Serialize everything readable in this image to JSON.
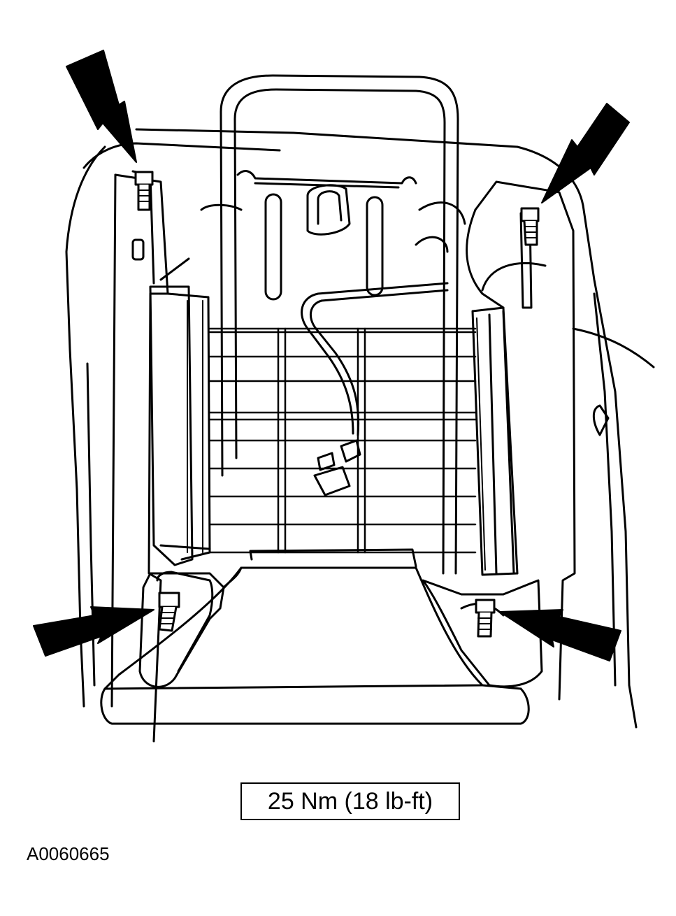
{
  "torque_spec": "25 Nm (18 lb-ft)",
  "figure_id": "A0060665",
  "callouts": [
    {
      "name": "arrow-front-left-bolt",
      "icon": "arrow-icon"
    },
    {
      "name": "arrow-front-right-bolt",
      "icon": "arrow-icon"
    },
    {
      "name": "arrow-rear-left-bolt",
      "icon": "arrow-icon"
    },
    {
      "name": "arrow-rear-right-bolt",
      "icon": "arrow-icon"
    }
  ],
  "colors": {
    "line": "#000000",
    "fill": "#ffffff"
  }
}
